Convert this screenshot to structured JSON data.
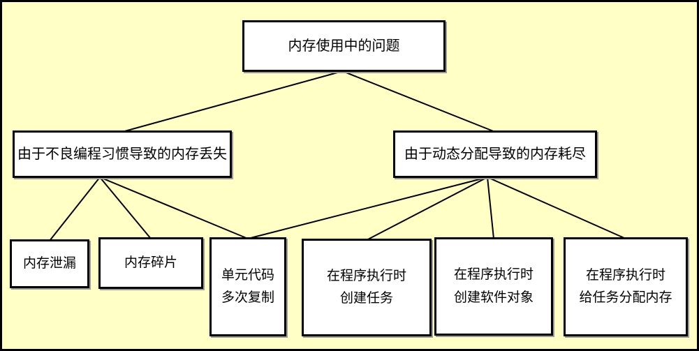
{
  "diagram": {
    "title": "内存使用中的问题",
    "background_color": "#ffffc6",
    "node_fill_color": "#ffffff",
    "line_color": "#000000",
    "nodes": {
      "root": {
        "label": "内存使用中的问题"
      },
      "bad_habit": {
        "label": "由于不良编程习惯导致的内存丢失"
      },
      "dyn_alloc": {
        "label": "由于动态分配导致的内存耗尽"
      },
      "leak": {
        "label": "内存泄漏"
      },
      "fragment": {
        "label": "内存碎片"
      },
      "copy": {
        "label": "单元代码\n多次复制"
      },
      "create_task": {
        "label": "在程序执行时\n创建任务"
      },
      "create_object": {
        "label": "在程序执行时\n创建软件对象"
      },
      "alloc_task": {
        "label": "在程序执行时\n给任务分配内存"
      }
    },
    "edges": [
      {
        "from": "root",
        "to": "bad_habit"
      },
      {
        "from": "root",
        "to": "dyn_alloc"
      },
      {
        "from": "bad_habit",
        "to": "leak"
      },
      {
        "from": "bad_habit",
        "to": "fragment"
      },
      {
        "from": "bad_habit",
        "to": "copy"
      },
      {
        "from": "dyn_alloc",
        "to": "copy"
      },
      {
        "from": "dyn_alloc",
        "to": "create_task"
      },
      {
        "from": "dyn_alloc",
        "to": "create_object"
      },
      {
        "from": "dyn_alloc",
        "to": "alloc_task"
      }
    ]
  }
}
